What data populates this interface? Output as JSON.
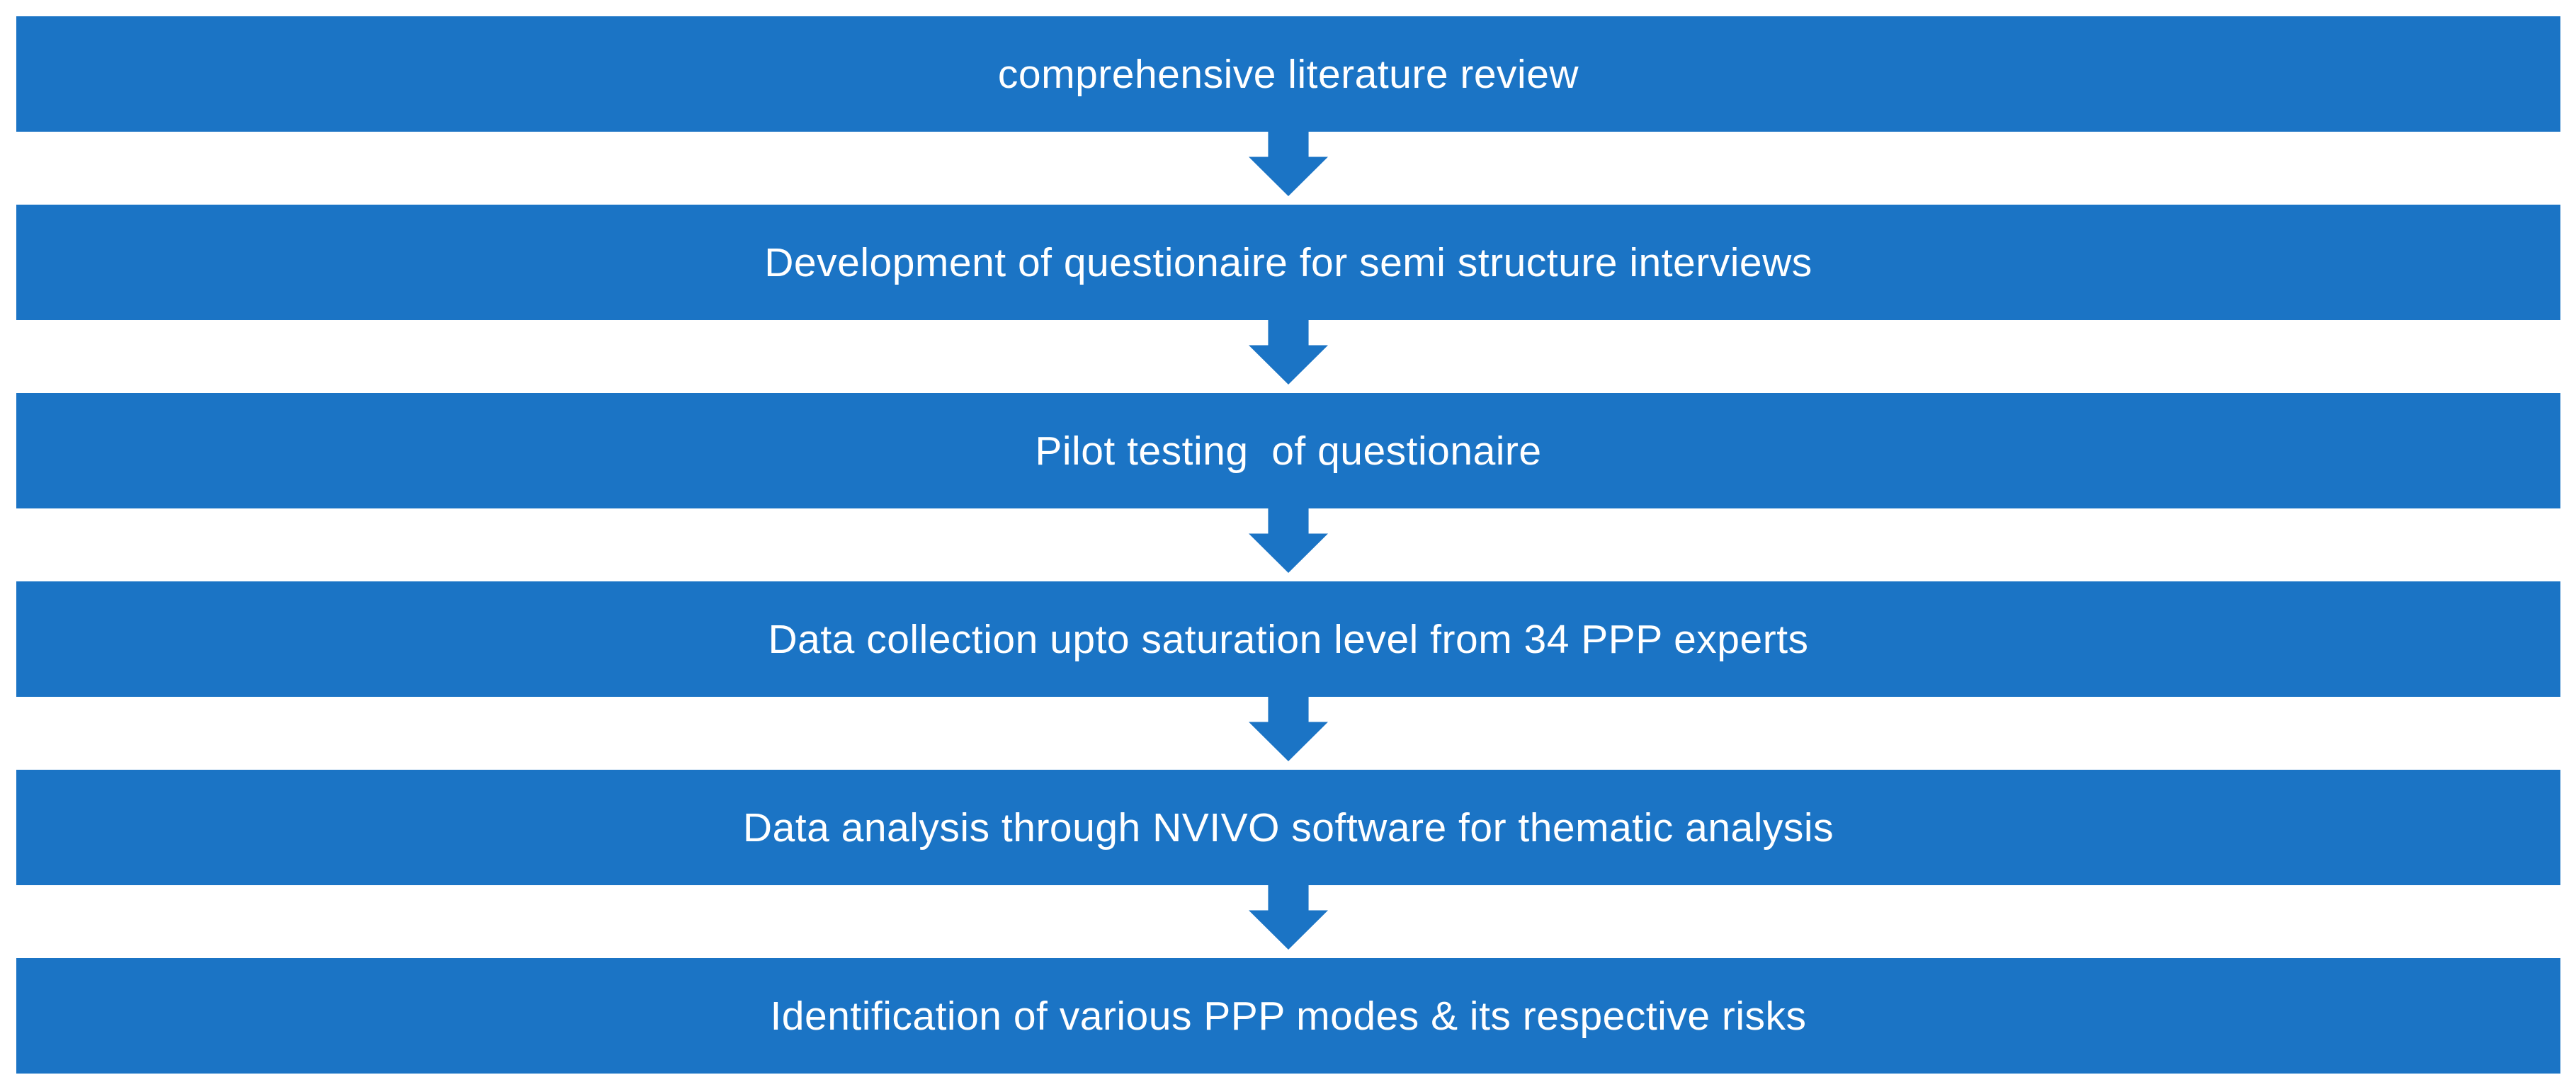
{
  "diagram": {
    "type": "flowchart",
    "direction": "top-down",
    "accent_color": "#1b74c5",
    "text_color": "#ffffff",
    "background_color": "#ffffff",
    "connector": "down-arrow",
    "steps": [
      {
        "label": "comprehensive literature review"
      },
      {
        "label": "Development of questionaire for semi structure interviews"
      },
      {
        "label": "Pilot testing  of questionaire"
      },
      {
        "label": "Data collection upto saturation level from 34 PPP experts"
      },
      {
        "label": "Data analysis through NVIVO software for thematic analysis"
      },
      {
        "label": "Identification of various PPP modes & its respective risks"
      }
    ]
  }
}
